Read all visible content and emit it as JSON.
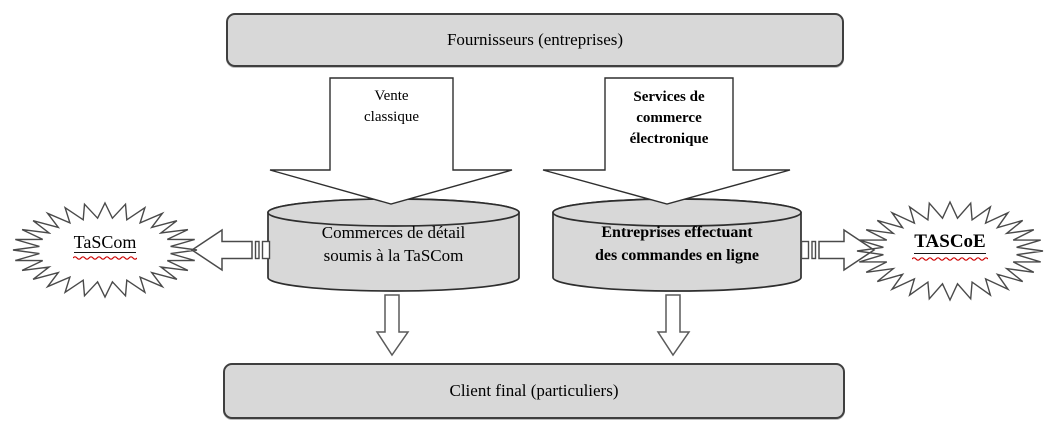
{
  "colors": {
    "shape_fill": "#d8d8d8",
    "arrow_fill": "#ffffff",
    "outline": "#3f3f3f",
    "spellcheck": "#cc0000",
    "text": "#000000"
  },
  "top_box": {
    "label": "Fournisseurs (entreprises)"
  },
  "bottom_box": {
    "label": "Client final (particuliers)"
  },
  "left_flow": {
    "channel_label_lines": [
      "Vente",
      "classique"
    ],
    "store_label_lines": [
      "Commerces de détail",
      "soumis à la TaSCom"
    ],
    "tax_label": "TaSCom"
  },
  "right_flow": {
    "channel_label_lines": [
      "Services de",
      "commerce",
      "électronique"
    ],
    "store_label_lines": [
      "Entreprises effectuant",
      "des commandes en ligne"
    ],
    "tax_label": "TASCoE"
  }
}
